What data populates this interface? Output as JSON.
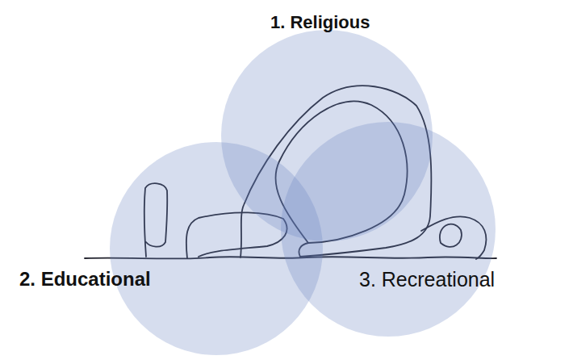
{
  "diagram": {
    "nodes": [
      {
        "text": [
          "1. Religious"
        ]
      },
      {
        "text": [
          "2. Educational"
        ]
      },
      {
        "text": [
          "3. Recreational"
        ]
      }
    ]
  }
}
